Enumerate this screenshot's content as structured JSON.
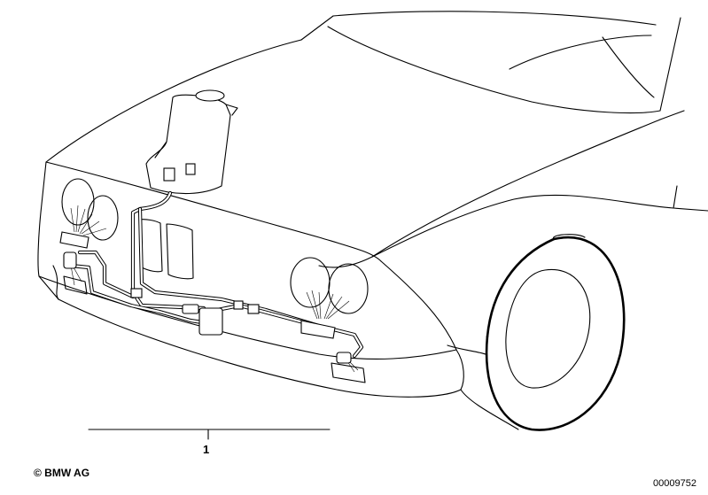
{
  "callouts": [
    {
      "label": "1"
    }
  ],
  "copyright": "© BMW AG",
  "image_number": "00009752"
}
